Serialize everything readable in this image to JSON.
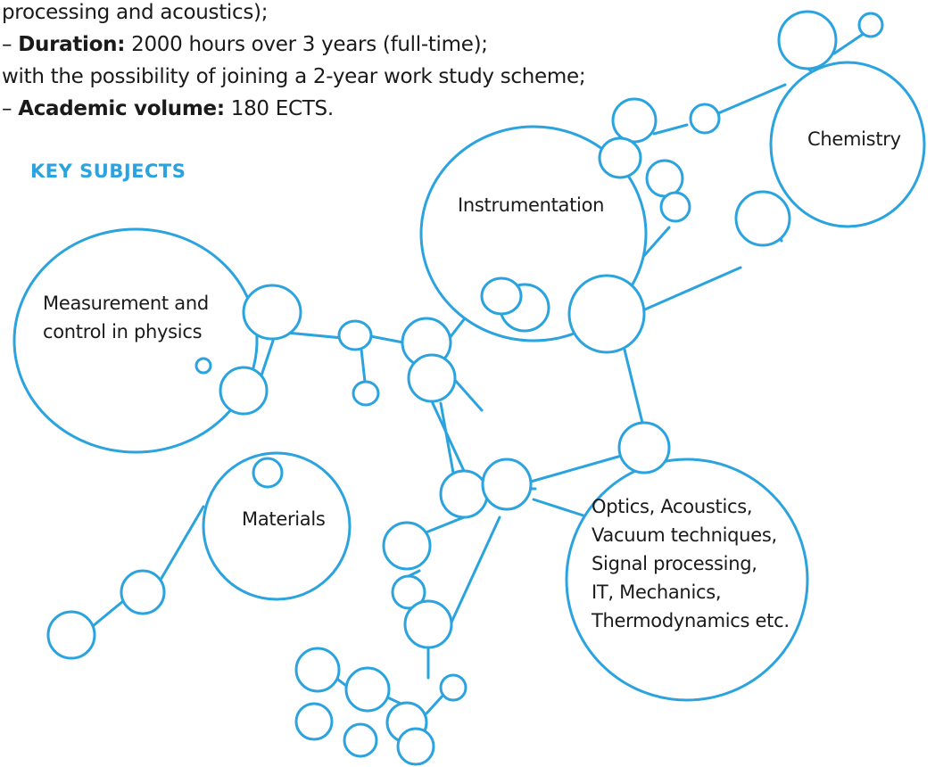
{
  "intro": {
    "line1": "processing and acoustics);",
    "line2_dash": "– ",
    "line2_bold": "Duration:",
    "line2_rest": " 2000 hours over 3 years (full-time);",
    "line3": "with the possibility of joining a 2-year work study scheme;",
    "line4_dash": "– ",
    "line4_bold": "Academic volume:",
    "line4_rest": " 180 ECTS."
  },
  "heading": "KEY SUBJECTS",
  "subjects": {
    "instrumentation": "Instrumentation",
    "chemistry": "Chemistry",
    "measurement": [
      "Measurement and",
      "control in physics"
    ],
    "materials": "Materials",
    "optics": [
      "Optics, Acoustics,",
      "Vacuum techniques,",
      "Signal processing,",
      "IT, Mechanics,",
      "Thermodynamics etc."
    ]
  },
  "colors": {
    "stroke": "#2aa3de",
    "heading": "#2aa3de",
    "text": "#1a1a1a"
  }
}
